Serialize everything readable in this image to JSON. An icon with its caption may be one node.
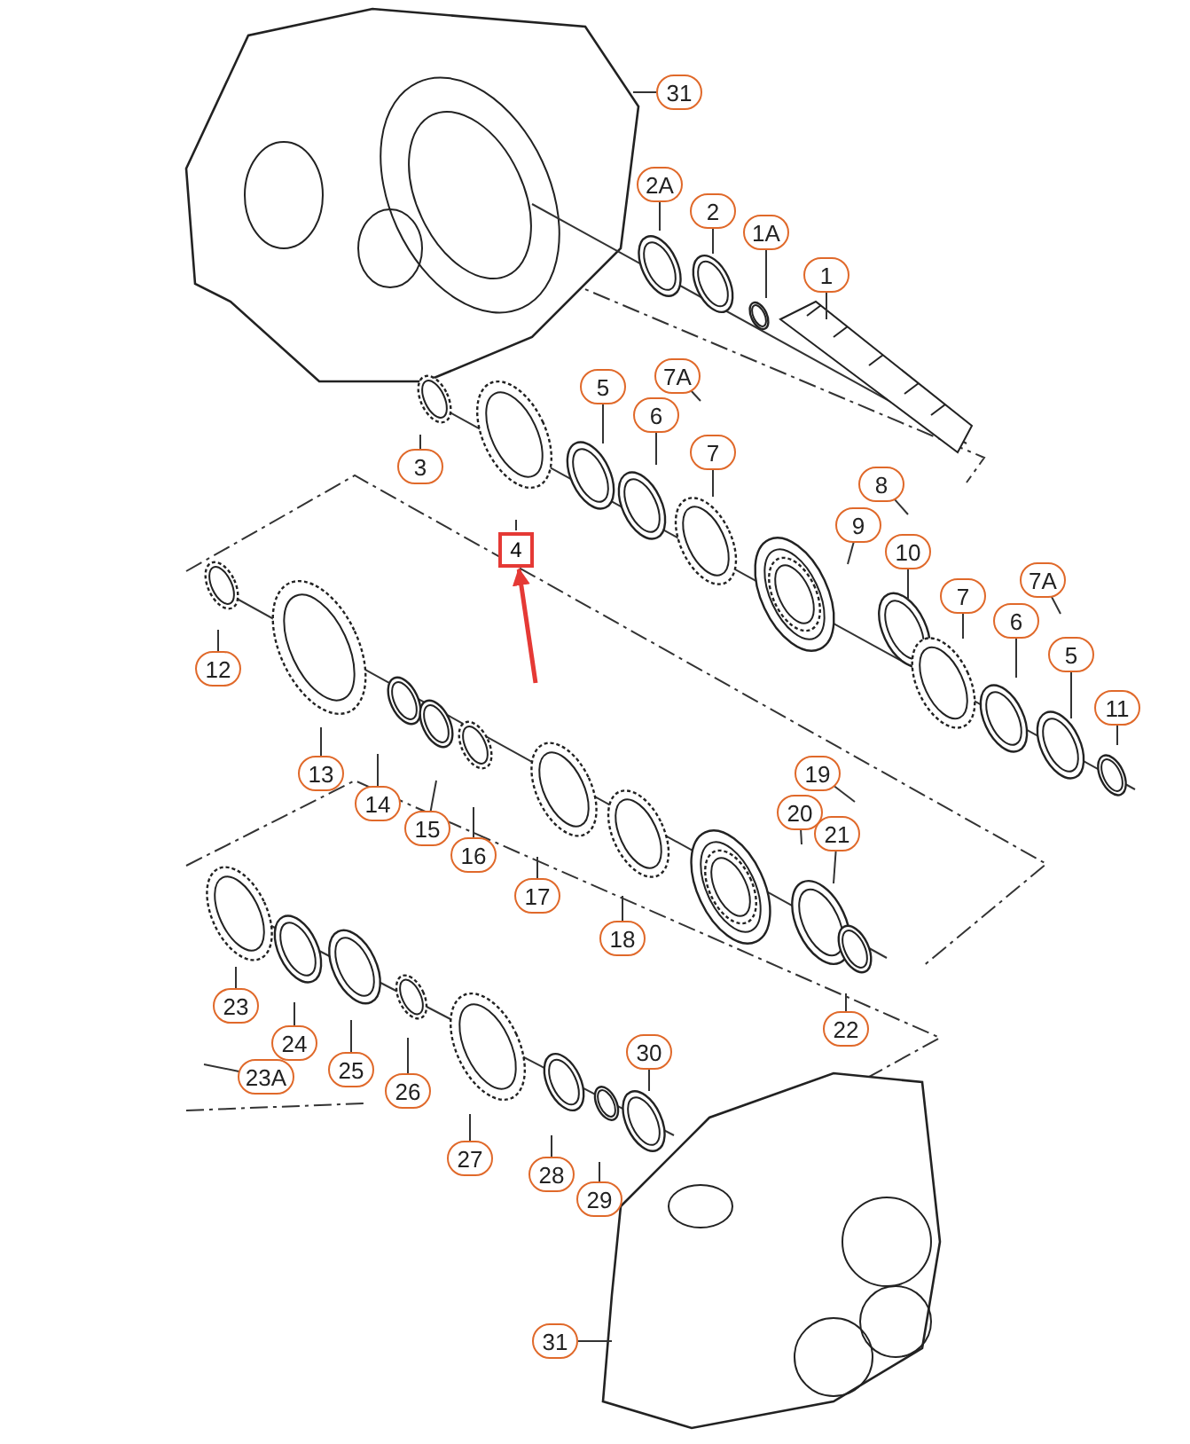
{
  "diagram": {
    "nodes": [
      {
        "text": [
          "31"
        ]
      },
      {
        "text": [
          "2A"
        ]
      },
      {
        "text": [
          "2"
        ]
      },
      {
        "text": [
          "1A"
        ]
      },
      {
        "text": [
          "1"
        ]
      },
      {
        "text": [
          "5"
        ]
      },
      {
        "text": [
          "7A"
        ]
      },
      {
        "text": [
          "6"
        ]
      },
      {
        "text": [
          "3"
        ]
      },
      {
        "text": [
          "7"
        ]
      },
      {
        "text": [
          "8"
        ]
      },
      {
        "text": [
          "4"
        ]
      },
      {
        "text": [
          "9"
        ]
      },
      {
        "text": [
          "10"
        ]
      },
      {
        "text": [
          "7"
        ]
      },
      {
        "text": [
          "7A"
        ]
      },
      {
        "text": [
          "6"
        ]
      },
      {
        "text": [
          "5"
        ]
      },
      {
        "text": [
          "11"
        ]
      },
      {
        "text": [
          "12"
        ]
      },
      {
        "text": [
          "13"
        ]
      },
      {
        "text": [
          "14"
        ]
      },
      {
        "text": [
          "19"
        ]
      },
      {
        "text": [
          "15"
        ]
      },
      {
        "text": [
          "20"
        ]
      },
      {
        "text": [
          "16"
        ]
      },
      {
        "text": [
          "21"
        ]
      },
      {
        "text": [
          "17"
        ]
      },
      {
        "text": [
          "18"
        ]
      },
      {
        "text": [
          "23"
        ]
      },
      {
        "text": [
          "22"
        ]
      },
      {
        "text": [
          "24"
        ]
      },
      {
        "text": [
          "30"
        ]
      },
      {
        "text": [
          "25"
        ]
      },
      {
        "text": [
          "23A"
        ]
      },
      {
        "text": [
          "26"
        ]
      },
      {
        "text": [
          "27"
        ]
      },
      {
        "text": [
          "28"
        ]
      },
      {
        "text": [
          "29"
        ]
      },
      {
        "text": [
          "31"
        ]
      }
    ],
    "edges": [
      {
        "from": 0,
        "to": null,
        "arrow": "none"
      },
      {
        "from": 1,
        "to": null,
        "arrow": "none"
      },
      {
        "from": 2,
        "to": null,
        "arrow": "none"
      },
      {
        "from": 3,
        "to": null,
        "arrow": "none"
      },
      {
        "from": 4,
        "to": null,
        "arrow": "none"
      },
      {
        "from": 5,
        "to": null,
        "arrow": "none"
      },
      {
        "from": 6,
        "to": null,
        "arrow": "none"
      },
      {
        "from": 7,
        "to": null,
        "arrow": "none"
      },
      {
        "from": 8,
        "to": null,
        "arrow": "none"
      },
      {
        "from": 9,
        "to": null,
        "arrow": "none"
      },
      {
        "from": 10,
        "to": null,
        "arrow": "none"
      },
      {
        "from": 11,
        "to": null,
        "arrow": "none"
      },
      {
        "from": 12,
        "to": null,
        "arrow": "none"
      },
      {
        "from": 13,
        "to": null,
        "arrow": "none"
      },
      {
        "from": 14,
        "to": null,
        "arrow": "none"
      },
      {
        "from": 15,
        "to": null,
        "arrow": "none"
      },
      {
        "from": 16,
        "to": null,
        "arrow": "none"
      },
      {
        "from": 17,
        "to": null,
        "arrow": "none"
      },
      {
        "from": 18,
        "to": null,
        "arrow": "none"
      },
      {
        "from": 19,
        "to": null,
        "arrow": "none"
      },
      {
        "from": 20,
        "to": null,
        "arrow": "none"
      },
      {
        "from": 21,
        "to": null,
        "arrow": "none"
      },
      {
        "from": 22,
        "to": null,
        "arrow": "none"
      },
      {
        "from": 23,
        "to": null,
        "arrow": "none"
      },
      {
        "from": 24,
        "to": null,
        "arrow": "none"
      },
      {
        "from": 25,
        "to": null,
        "arrow": "none"
      },
      {
        "from": 26,
        "to": null,
        "arrow": "none"
      },
      {
        "from": 27,
        "to": null,
        "arrow": "none"
      },
      {
        "from": 28,
        "to": null,
        "arrow": "none"
      },
      {
        "from": 29,
        "to": null,
        "arrow": "none"
      },
      {
        "from": 30,
        "to": null,
        "arrow": "none"
      },
      {
        "from": 31,
        "to": null,
        "arrow": "none"
      },
      {
        "from": 32,
        "to": null,
        "arrow": "none"
      },
      {
        "from": 33,
        "to": null,
        "arrow": "none"
      },
      {
        "from": 34,
        "to": null,
        "arrow": "none"
      },
      {
        "from": 35,
        "to": null,
        "arrow": "none"
      },
      {
        "from": 36,
        "to": null,
        "arrow": "none"
      },
      {
        "from": 37,
        "to": null,
        "arrow": "none"
      },
      {
        "from": 38,
        "to": null,
        "arrow": "none"
      },
      {
        "from": 39,
        "to": null,
        "arrow": "none"
      },
      {
        "from": null,
        "to": 11,
        "arrow": "to",
        "style": "thick",
        "color": "#e53935"
      }
    ]
  }
}
